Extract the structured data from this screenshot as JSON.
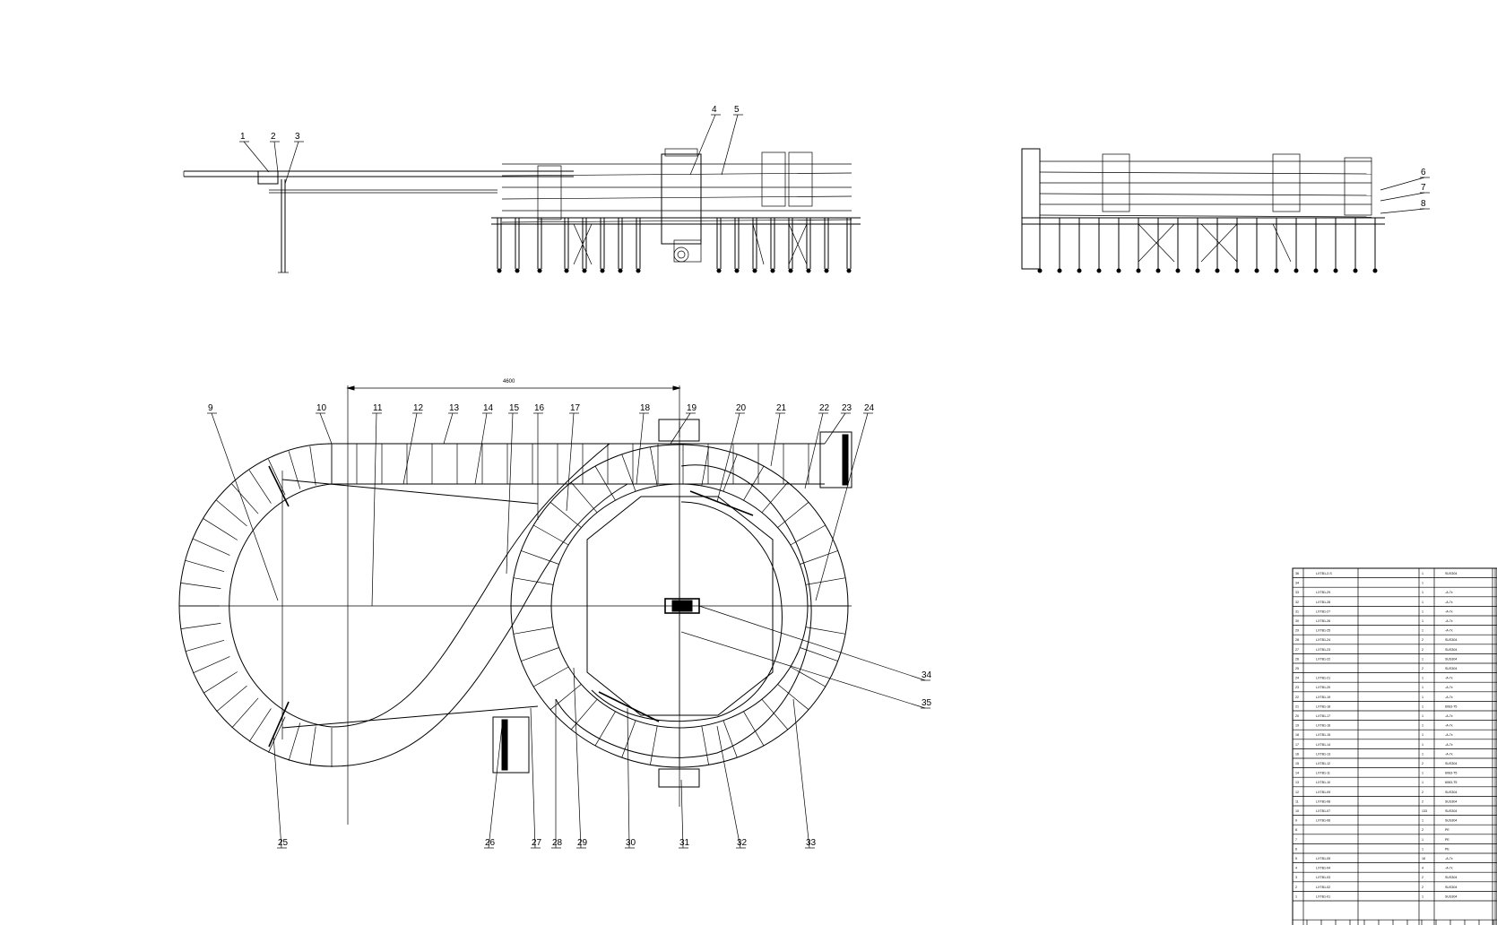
{
  "drawing": {
    "top_dimension": "4600",
    "balloons_side": [
      "1",
      "2",
      "3",
      "4",
      "5"
    ],
    "balloons_end": [
      "6",
      "7",
      "8"
    ],
    "balloons_plan_top": [
      "9",
      "10",
      "11",
      "12",
      "13",
      "14",
      "15",
      "16",
      "17",
      "18",
      "19",
      "20",
      "21",
      "22",
      "23",
      "24"
    ],
    "balloons_plan_bottom": [
      "25",
      "26",
      "27",
      "28",
      "29",
      "30",
      "31",
      "32",
      "33"
    ],
    "balloons_plan_right": [
      "34",
      "35"
    ]
  },
  "bom": {
    "rows": [
      {
        "no": "36",
        "code": "LXTB1-2-S",
        "qty": "1",
        "mat": "SUS304"
      },
      {
        "no": "34",
        "code": "",
        "qty": "1",
        "mat": ""
      },
      {
        "no": "33",
        "code": "LXTB1-29",
        "qty": "1",
        "mat": "-A-7x"
      },
      {
        "no": "32",
        "code": "LXTB1-28",
        "qty": "1",
        "mat": "-A-7x"
      },
      {
        "no": "31",
        "code": "LXTB1-27",
        "qty": "1",
        "mat": "-A-7x"
      },
      {
        "no": "30",
        "code": "LXTB1-26",
        "qty": "1",
        "mat": "-A-7x"
      },
      {
        "no": "29",
        "code": "LXTB1-25",
        "qty": "1",
        "mat": "-A-7x"
      },
      {
        "no": "28",
        "code": "LXTB1-24",
        "qty": "2",
        "mat": "SUS304"
      },
      {
        "no": "27",
        "code": "LXTB1-23",
        "qty": "2",
        "mat": "SUS304"
      },
      {
        "no": "26",
        "code": "LXTB1-22",
        "qty": "1",
        "mat": "SUS304"
      },
      {
        "no": "25",
        "code": "",
        "qty": "2",
        "mat": "SUS304"
      },
      {
        "no": "24",
        "code": "LXTB1-21",
        "qty": "1",
        "mat": "-A-7x"
      },
      {
        "no": "23",
        "code": "LXTB1-20",
        "qty": "1",
        "mat": "-A-7x"
      },
      {
        "no": "22",
        "code": "LXTB1-19",
        "qty": "1",
        "mat": "-A-7x"
      },
      {
        "no": "21",
        "code": "LXTB1-18",
        "qty": "1",
        "mat": "6063-T5"
      },
      {
        "no": "20",
        "code": "LXTB1-17",
        "qty": "1",
        "mat": "-A-7x"
      },
      {
        "no": "19",
        "code": "LXTB1-16",
        "qty": "1",
        "mat": "-A-7x"
      },
      {
        "no": "18",
        "code": "LXTB1-15",
        "qty": "1",
        "mat": "-A-7x"
      },
      {
        "no": "17",
        "code": "LXTB1-14",
        "qty": "1",
        "mat": "-A-7x"
      },
      {
        "no": "16",
        "code": "LXTB1-13",
        "qty": "1",
        "mat": "-A-7x"
      },
      {
        "no": "15",
        "code": "LXTB1-12",
        "qty": "2",
        "mat": "SUS304"
      },
      {
        "no": "14",
        "code": "LXTB1-11",
        "qty": "1",
        "mat": "6063-T5"
      },
      {
        "no": "13",
        "code": "LXTB1-10",
        "qty": "1",
        "mat": "6063-T5"
      },
      {
        "no": "12",
        "code": "LXTB1-09",
        "qty": "2",
        "mat": "SUS304"
      },
      {
        "no": "11",
        "code": "LXTB1-08",
        "qty": "2",
        "mat": "SUS304"
      },
      {
        "no": "10",
        "code": "LXTB1-07",
        "qty": "133",
        "mat": "SUS304"
      },
      {
        "no": "9",
        "code": "LXTB1-06",
        "qty": "1",
        "mat": "SUS304"
      },
      {
        "no": "8",
        "code": "",
        "qty": "2",
        "mat": "PE"
      },
      {
        "no": "7",
        "code": "",
        "qty": "1",
        "mat": "PE"
      },
      {
        "no": "6",
        "code": "",
        "qty": "1",
        "mat": "PE"
      },
      {
        "no": "5",
        "code": "LXTB1-05",
        "qty": "16",
        "mat": "-A-7x"
      },
      {
        "no": "4",
        "code": "LXTB1-04",
        "qty": "4",
        "mat": "-A-7x"
      },
      {
        "no": "3",
        "code": "LXTB1-03",
        "qty": "2",
        "mat": "SUS304"
      },
      {
        "no": "2",
        "code": "LXTB1-02",
        "qty": "2",
        "mat": "SUS304"
      },
      {
        "no": "1",
        "code": "LXTB1-01",
        "qty": "1",
        "mat": "SUS304"
      }
    ]
  }
}
